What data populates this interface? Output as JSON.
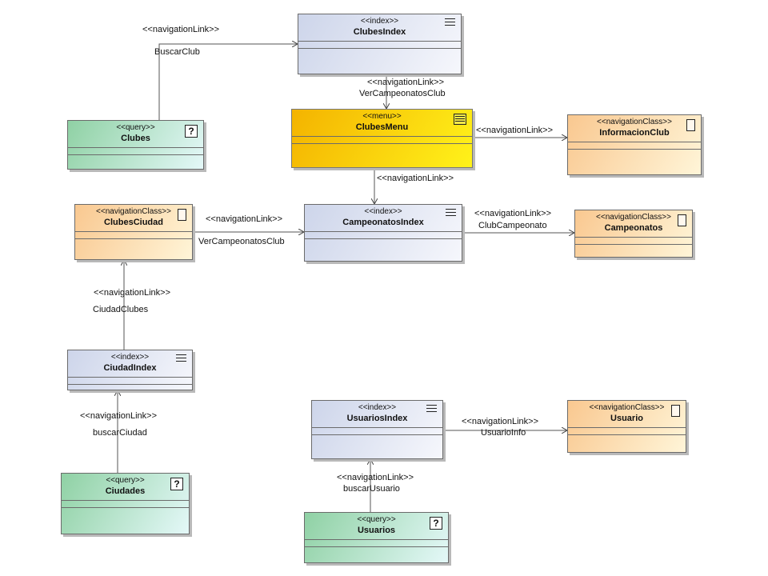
{
  "nodes": {
    "clubesIndex": {
      "stereotype": "<<index>>",
      "name": "ClubesIndex",
      "kind": "index",
      "icon": "index-lines-icon"
    },
    "clubesMenu": {
      "stereotype": "<<menu>>",
      "name": "ClubesMenu",
      "kind": "menu",
      "icon": "menu-icon"
    },
    "clubes": {
      "stereotype": "<<query>>",
      "name": "Clubes",
      "kind": "query",
      "icon": "question-icon"
    },
    "informacionClub": {
      "stereotype": "<<navigationClass>>",
      "name": "InformacionClub",
      "kind": "navigationClass",
      "icon": "class-icon"
    },
    "clubesCiudad": {
      "stereotype": "<<navigationClass>>",
      "name": "ClubesCiudad",
      "kind": "navigationClass",
      "icon": "class-icon"
    },
    "campeonatosIndex": {
      "stereotype": "<<index>>",
      "name": "CampeonatosIndex",
      "kind": "index",
      "icon": "index-lines-icon"
    },
    "campeonatos": {
      "stereotype": "<<navigationClass>>",
      "name": "Campeonatos",
      "kind": "navigationClass",
      "icon": "class-icon"
    },
    "ciudadIndex": {
      "stereotype": "<<index>>",
      "name": "CiudadIndex",
      "kind": "index",
      "icon": "index-lines-icon"
    },
    "ciudades": {
      "stereotype": "<<query>>",
      "name": "Ciudades",
      "kind": "query",
      "icon": "question-icon"
    },
    "usuariosIndex": {
      "stereotype": "<<index>>",
      "name": "UsuariosIndex",
      "kind": "index",
      "icon": "index-lines-icon"
    },
    "usuario": {
      "stereotype": "<<navigationClass>>",
      "name": "Usuario",
      "kind": "navigationClass",
      "icon": "class-icon"
    },
    "usuarios": {
      "stereotype": "<<query>>",
      "name": "Usuarios",
      "kind": "query",
      "icon": "question-icon"
    }
  },
  "links": {
    "buscarClub": {
      "from": "clubes",
      "to": "clubesIndex",
      "stereotype": "<<navigationLink>>",
      "name": "BuscarClub"
    },
    "verCampeonatosClub1": {
      "from": "clubesIndex",
      "to": "clubesMenu",
      "stereotype": "<<navigationLink>>",
      "name": "VerCampeonatosClub"
    },
    "infoClub": {
      "from": "clubesMenu",
      "to": "informacionClub",
      "stereotype": "<<navigationLink>>",
      "name": ""
    },
    "menuCampeonatos": {
      "from": "clubesMenu",
      "to": "campeonatosIndex",
      "stereotype": "<<navigationLink>>",
      "name": ""
    },
    "verCampeonatosClub2": {
      "from": "clubesCiudad",
      "to": "campeonatosIndex",
      "stereotype": "<<navigationLink>>",
      "name": "VerCampeonatosClub"
    },
    "clubCampeonato": {
      "from": "campeonatosIndex",
      "to": "campeonatos",
      "stereotype": "<<navigationLink>>",
      "name": "ClubCampeonato"
    },
    "ciudadClubes": {
      "from": "ciudadIndex",
      "to": "clubesCiudad",
      "stereotype": "<<navigationLink>>",
      "name": "CiudadClubes"
    },
    "buscarCiudad": {
      "from": "ciudades",
      "to": "ciudadIndex",
      "stereotype": "<<navigationLink>>",
      "name": "buscarCiudad"
    },
    "usuarioInfo": {
      "from": "usuariosIndex",
      "to": "usuario",
      "stereotype": "<<navigationLink>>",
      "name": "UsuarioInfo"
    },
    "buscarUsuario": {
      "from": "usuarios",
      "to": "usuariosIndex",
      "stereotype": "<<navigationLink>>",
      "name": "buscarUsuario"
    }
  },
  "colors": {
    "index": "#cdd5ea",
    "query": "#8fd1a4",
    "navigationClass": "#f9c890",
    "menu": "#fde000",
    "edge": "#555555"
  }
}
